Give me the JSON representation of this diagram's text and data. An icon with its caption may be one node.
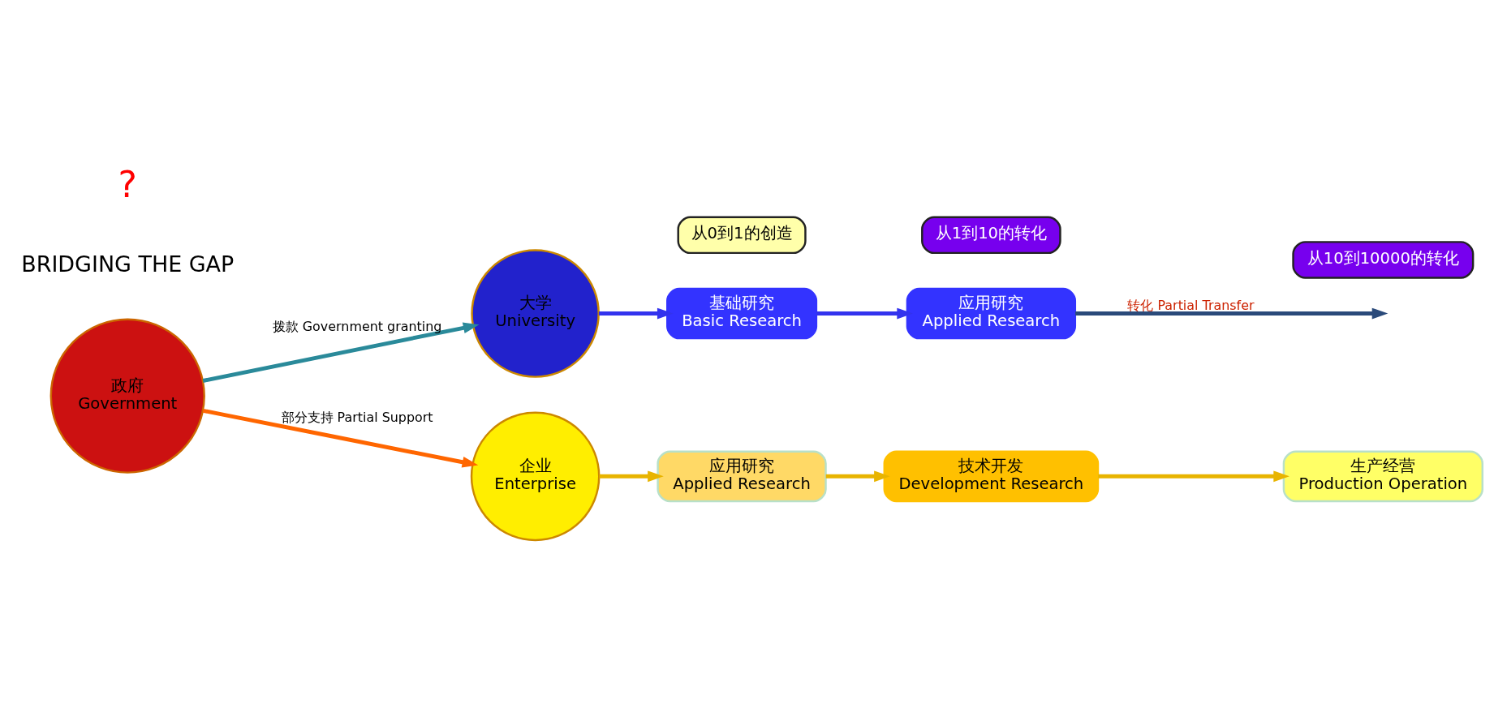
{
  "diagram": {
    "nodes": [
      {
        "text": [
          "政府",
          "Government"
        ]
      },
      {
        "text": [
          "大学",
          "University"
        ]
      },
      {
        "text": [
          "基础研究",
          "Basic Research"
        ]
      },
      {
        "text": [
          "应用研究",
          "Applied Research"
        ]
      },
      {
        "text": [
          "企业",
          "Enterprise"
        ]
      },
      {
        "text": [
          "应用研究",
          "Applied Research"
        ]
      },
      {
        "text": [
          "技术开发",
          "Development Research"
        ]
      },
      {
        "text": [
          "生产经营",
          "Production Operation"
        ]
      },
      {
        "text": [
          "从0到1的创造"
        ]
      },
      {
        "text": [
          "从1到10的转化"
        ]
      },
      {
        "text": [
          "从10到10000的转化"
        ]
      }
    ],
    "edges": [
      {
        "from": 0,
        "to": 1,
        "arrow": "to",
        "label": "拨款 Government granting",
        "color": "#2a8a9a"
      },
      {
        "from": 0,
        "to": 4,
        "arrow": "to",
        "label": "部分支持 Partial Support",
        "color": "#ff6600"
      },
      {
        "from": 1,
        "to": 2,
        "arrow": "to",
        "color": "#3333ee"
      },
      {
        "from": 2,
        "to": 3,
        "arrow": "to",
        "color": "#3333ee"
      },
      {
        "from": 3,
        "to": null,
        "arrow": "to",
        "label": "转化 Partial Transfer",
        "color": "#2a4a7a"
      },
      {
        "from": 4,
        "to": 5,
        "arrow": "to"
      },
      {
        "from": 5,
        "to": 6,
        "arrow": "to"
      },
      {
        "from": 6,
        "to": 7,
        "arrow": "to"
      }
    ],
    "labels": [
      "BRIDGING THE GAP",
      "?"
    ]
  }
}
